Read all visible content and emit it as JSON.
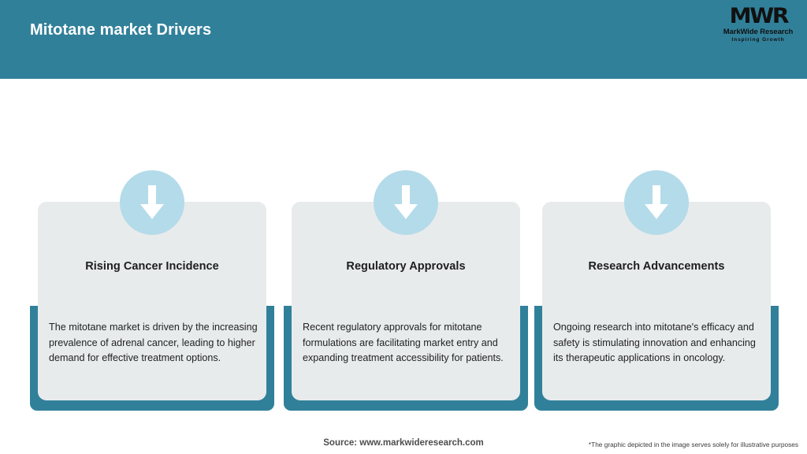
{
  "header": {
    "title": "Mitotane market Drivers",
    "background_color": "#31809a",
    "title_color": "#ffffff"
  },
  "logo": {
    "mark": "MWR",
    "name": "MarkWide Research",
    "tagline": "Inspiring Growth"
  },
  "theme": {
    "teal": "#31809a",
    "panel_grey": "#e8ebec",
    "icon_circle_blue": "#b4dbe9",
    "arrow_white": "#ffffff"
  },
  "cards": [
    {
      "icon": "arrow-down-icon",
      "title": "Rising Cancer Incidence",
      "body": "The mitotane market is driven by the increasing prevalence of adrenal cancer, leading to higher demand for effective treatment options."
    },
    {
      "icon": "arrow-down-icon",
      "title": "Regulatory Approvals",
      "body": "Recent regulatory approvals for mitotane formulations are facilitating market entry and expanding treatment accessibility for patients."
    },
    {
      "icon": "arrow-down-icon",
      "title": "Research Advancements",
      "body": "Ongoing research into mitotane's efficacy and safety is stimulating innovation and enhancing its therapeutic applications in oncology."
    }
  ],
  "footer": {
    "source": "Source: www.markwideresearch.com",
    "note": "*The graphic depicted in the image serves solely for illustrative purposes"
  }
}
